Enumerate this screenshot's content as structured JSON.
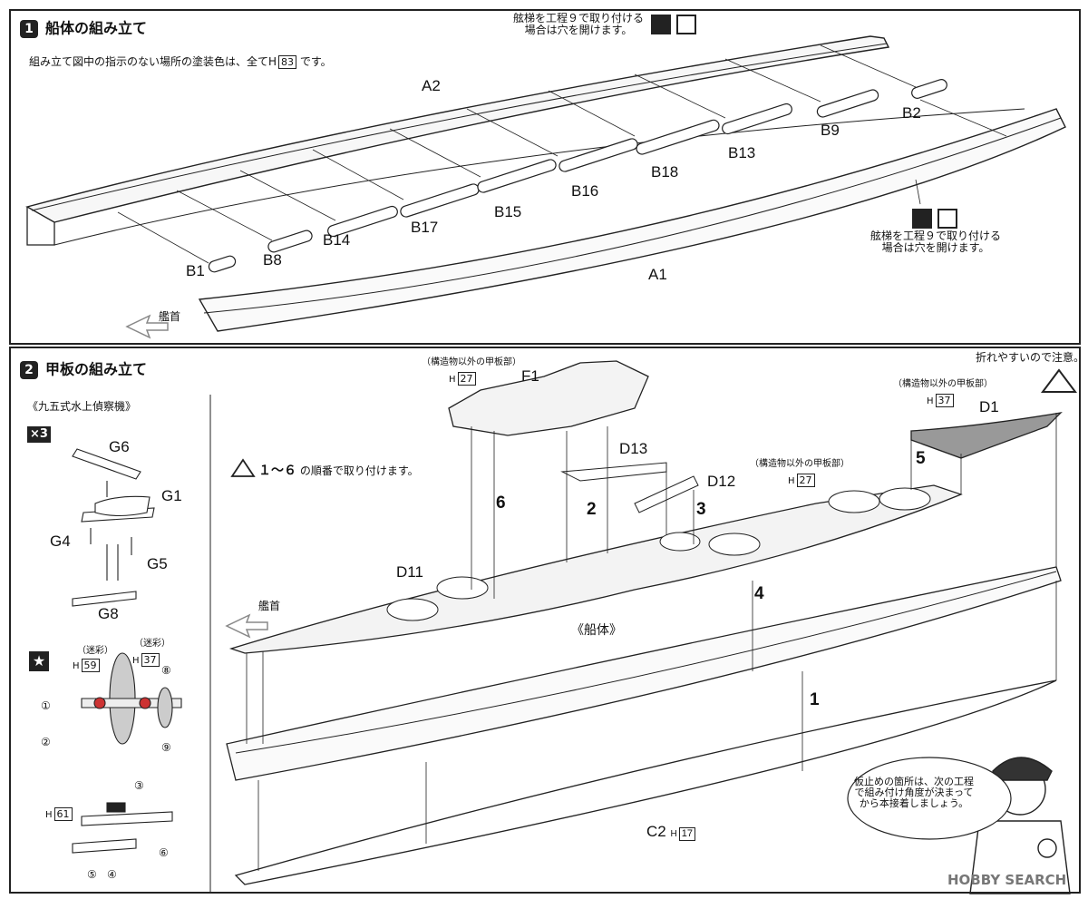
{
  "step1": {
    "title": "船体の組み立て",
    "number": "1",
    "note_prefix": "組み立て図中の指示のない場所の塗装色は、全てH",
    "note_color": "83",
    "note_suffix": " です。",
    "parts": [
      "A2",
      "B2",
      "B9",
      "B13",
      "B18",
      "B16",
      "B15",
      "B17",
      "B14",
      "B8",
      "B1",
      "A1"
    ],
    "bow_label": "艦首",
    "callout_top": [
      "舷梯を工程９で取り付ける",
      "場合は穴を開けます。"
    ],
    "callout_right": [
      "舷梯を工程９で取り付ける",
      "場合は穴を開けます。"
    ]
  },
  "step2": {
    "title": "甲板の組み立て",
    "number": "2",
    "fragile_note": "折れやすいので注意。",
    "plane_title": "《九五式水上偵察機》",
    "plane_qty": "×3",
    "plane_parts": [
      "G6",
      "G1",
      "G4",
      "G5",
      "G8"
    ],
    "camo1": "（迷彩）",
    "camo2": "（迷彩）",
    "color_h59": "59",
    "color_h37": "37",
    "color_h61": "61",
    "decals": [
      "①",
      "②",
      "③",
      "④",
      "⑤",
      "⑥",
      "⑧",
      "⑨"
    ],
    "order_note": "１～６",
    "order_note_suffix": " の順番で取り付けます。",
    "deck_note_f1": "（構造物以外の甲板部）",
    "deck_note_d12": "（構造物以外の甲板部）",
    "deck_note_d1": "（構造物以外の甲板部）",
    "color_h27a": "27",
    "color_h27b": "27",
    "color_h37b": "37",
    "parts": [
      "F1",
      "D13",
      "D12",
      "D1",
      "D11",
      "C2"
    ],
    "c2_color": "17",
    "steps": [
      "6",
      "2",
      "3",
      "5",
      "4",
      "1"
    ],
    "hull_label": "《船体》",
    "bow_label": "艦首",
    "speech": [
      "仮止めの箇所は、次の工程",
      "で組み付け角度が決まって",
      "から本接着しましょう。"
    ],
    "watermark": "HOBBY SEARCH",
    "h_prefix": "H"
  }
}
